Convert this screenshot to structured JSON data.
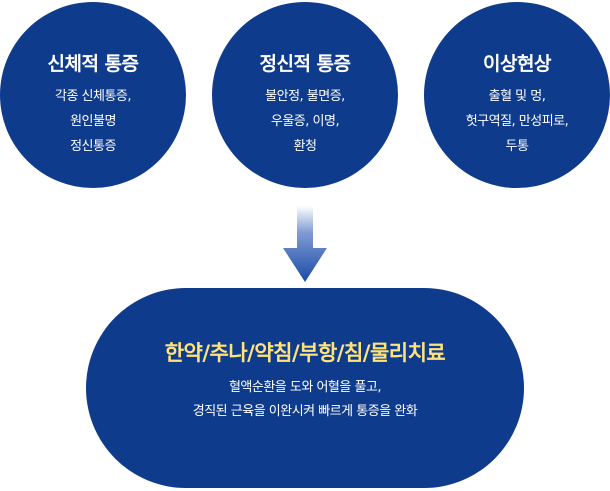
{
  "circles": [
    {
      "title": "신체적 통증",
      "lines": [
        "각종 신체통증,",
        "원인불명",
        "정신통증"
      ]
    },
    {
      "title": "정신적 통증",
      "lines": [
        "불안정, 불면증,",
        "우울증, 이명,",
        "환청"
      ]
    },
    {
      "title": "이상현상",
      "lines": [
        "출혈 및 멍,",
        "헛구역질, 만성피로,",
        "두통"
      ]
    }
  ],
  "result": {
    "headline": "한약/추나/약침/부항/침/물리치료",
    "lines": [
      "혈액순환을 도와 어혈을 풀고,",
      "경직된 근육을 이완시켜 빠르게 통증을 완화"
    ]
  },
  "colors": {
    "navy": "#0f3b8c",
    "highlight": "#ffe37a",
    "arrow_top": "#ffffff",
    "arrow_bottom": "#1a4aa6"
  }
}
